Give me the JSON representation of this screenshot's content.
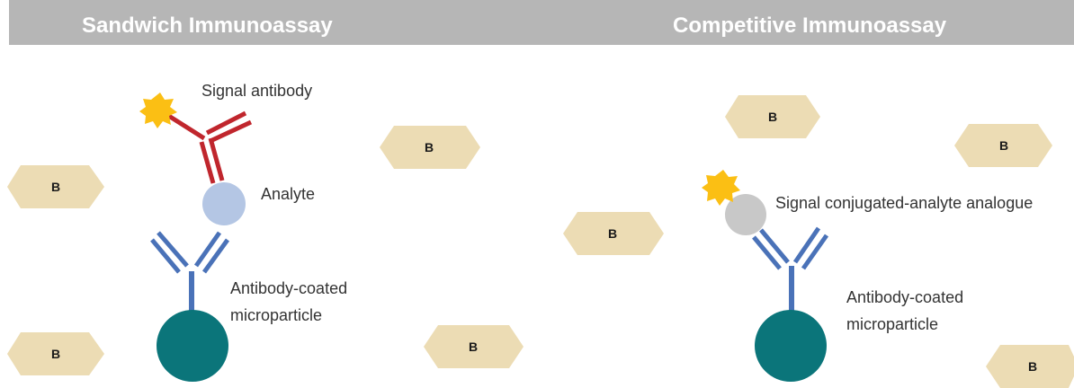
{
  "panels": {
    "sandwich": {
      "title": "Sandwich Immunoassay",
      "labels": {
        "signal_antibody": "Signal antibody",
        "analyte": "Analyte",
        "microparticle_line1": "Antibody-coated",
        "microparticle_line2": "microparticle"
      }
    },
    "competitive": {
      "title": "Competitive Immunoassay",
      "labels": {
        "conjugate": "Signal conjugated-analyte analogue",
        "microparticle_line1": "Antibody-coated",
        "microparticle_line2": "microparticle"
      }
    }
  },
  "molecule_label": "B",
  "colors": {
    "header": "#b6b6b6",
    "hexagon": "#ecdcb4",
    "signal_antibody": "#c0262d",
    "capture_antibody": "#4a72b8",
    "analyte": "#b4c6e4",
    "analogue": "#c8c8c8",
    "microparticle": "#0b757a",
    "signal_star": "#fbbf14"
  }
}
